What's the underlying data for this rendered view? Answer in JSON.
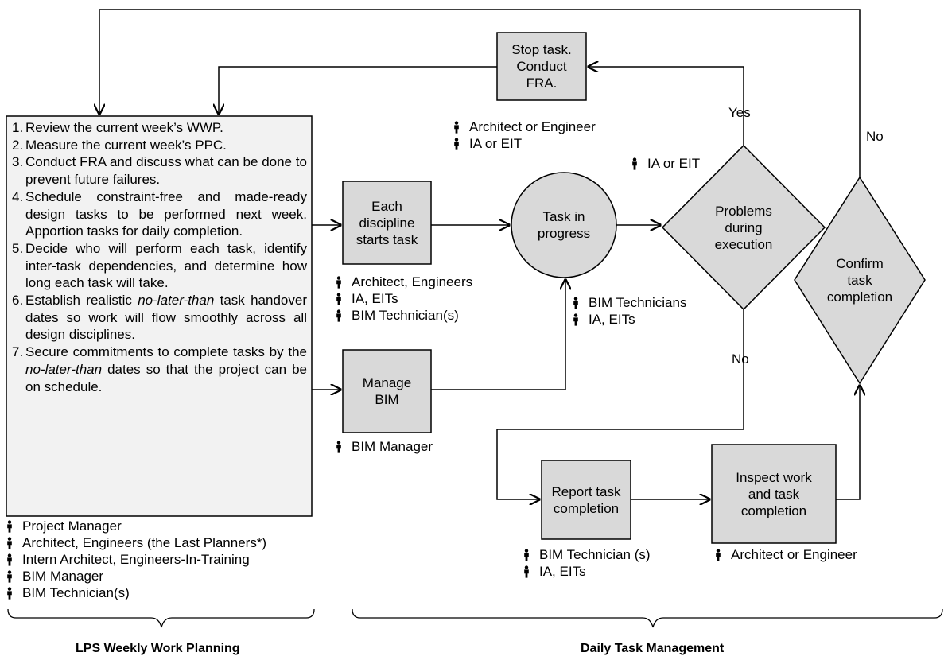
{
  "boxes": {
    "stop_task": "Stop task. Conduct FRA.",
    "each_discipline": "Each discipline starts task",
    "manage_bim": "Manage BIM",
    "task_in_progress": "Task in progress",
    "problems": "Problems during execution",
    "confirm": "Confirm task completion",
    "report": "Report task completion",
    "inspect": "Inspect work and task completion"
  },
  "planning_steps": [
    {
      "num": "1.",
      "text": "Review the current week’s WWP."
    },
    {
      "num": "2.",
      "text": "Measure the current week’s PPC."
    },
    {
      "num": "3.",
      "text": "Conduct FRA and discuss what can be done to prevent future failures."
    },
    {
      "num": "4.",
      "text": "Schedule constraint-free and made-ready design tasks to be performed next week. Apportion tasks for daily completion."
    },
    {
      "num": "5.",
      "text": "Decide who will perform each task, identify inter-task dependencies, and determine how long each task will take."
    },
    {
      "num": "6.",
      "text_pre": "Establish realistic ",
      "text_em": "no-later-than",
      "text_post": " task handover dates so work will flow smoothly across all design disciplines."
    },
    {
      "num": "7.",
      "text_pre": "Secure commitments to complete tasks by the ",
      "text_em": "no-later-than",
      "text_post": " dates so that the project can be on schedule."
    }
  ],
  "edge_labels": {
    "yes": "Yes",
    "no_right": "No",
    "no_bottom": "No"
  },
  "roles": {
    "stop_task": [
      "Architect or Engineer",
      "IA or EIT"
    ],
    "problems": [
      "IA or EIT"
    ],
    "each_discipline": [
      "Architect, Engineers",
      "IA, EITs",
      "BIM Technician(s)"
    ],
    "task_in_progress": [
      "BIM Technicians",
      "IA, EITs"
    ],
    "manage_bim": [
      "BIM Manager"
    ],
    "planning": [
      "Project Manager",
      "Architect, Engineers (the Last Planners*)",
      "Intern Architect, Engineers-In-Training",
      "BIM Manager",
      "BIM Technician(s)"
    ],
    "report": [
      "BIM Technician (s)",
      "IA, EITs"
    ],
    "inspect": [
      "Architect or Engineer"
    ]
  },
  "sections": {
    "planning": "LPS Weekly Work Planning",
    "daily": "Daily Task Management"
  },
  "colors": {
    "box_fill": "#d9d9d9",
    "planning_fill": "#f2f2f2",
    "stroke": "#000000"
  }
}
